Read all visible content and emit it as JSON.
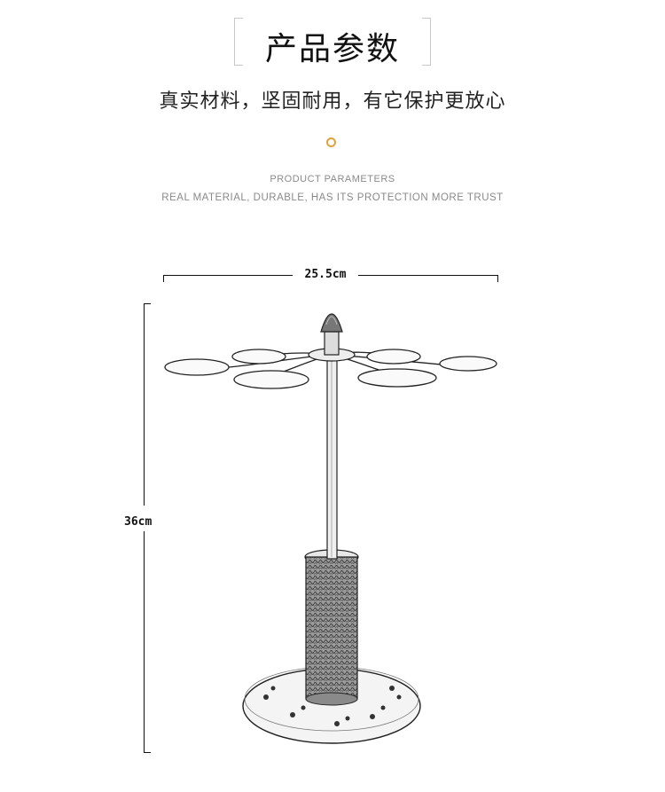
{
  "header": {
    "title": "产品参数",
    "subtitle": "真实材料，坚固耐用，有它保护更放心",
    "en_line1": "PRODUCT PARAMETERS",
    "en_line2": "REAL MATERIAL, DURABLE, HAS ITS PROTECTION MORE TRUST",
    "accent_color": "#e0a23c"
  },
  "dimensions": {
    "width_label": "25.5cm",
    "height_label": "36cm"
  },
  "product_image": {
    "icon": "cat-toy-stand-sketch"
  }
}
